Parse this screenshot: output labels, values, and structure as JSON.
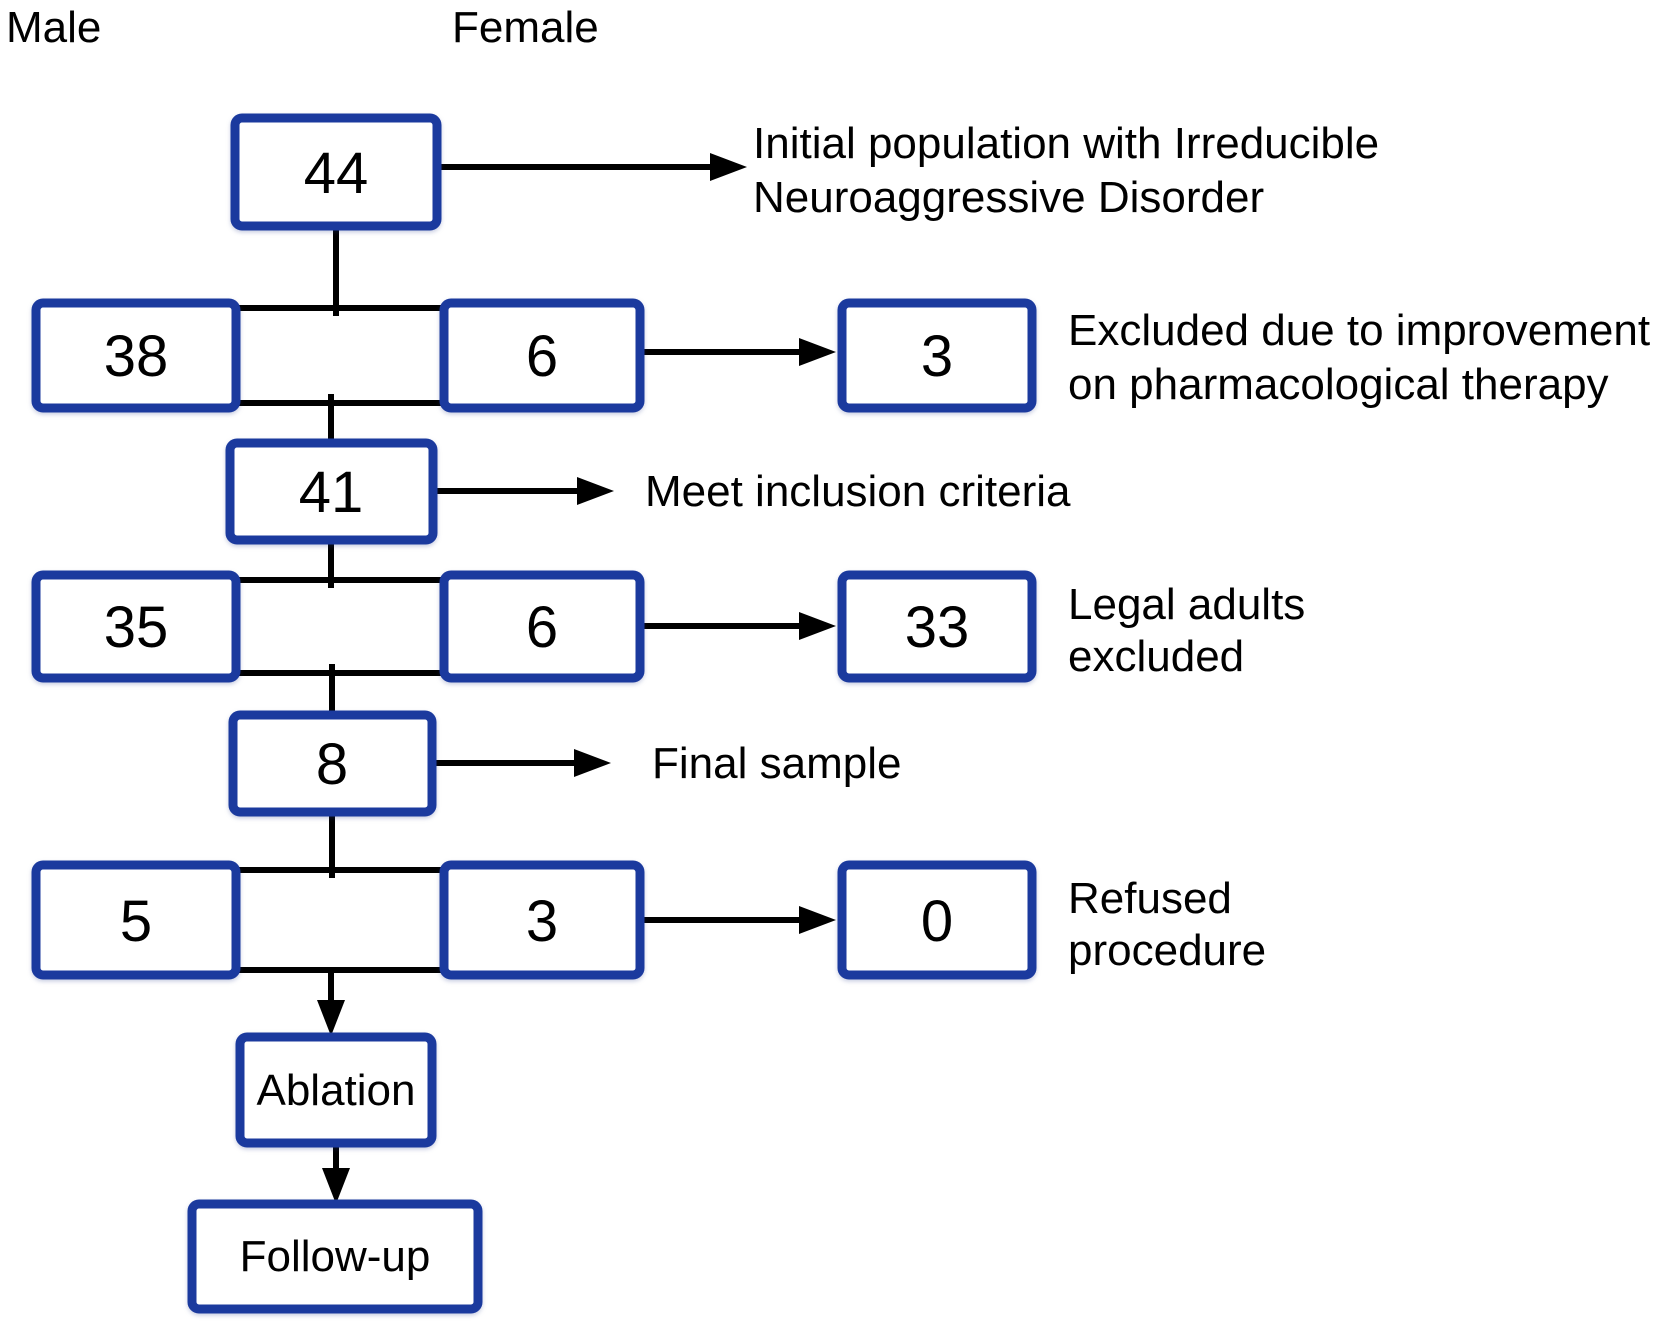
{
  "colors": {
    "box_border": "#1b3a9e",
    "line": "#000000",
    "text": "#000000",
    "background": "#ffffff"
  },
  "column_headers": {
    "male": "Male",
    "female": "Female"
  },
  "boxes": [
    {
      "id": "initial-total",
      "label": "44"
    },
    {
      "id": "male-after-improvement",
      "label": "38"
    },
    {
      "id": "female-after-improvement",
      "label": "6"
    },
    {
      "id": "excluded-improvement",
      "label": "3"
    },
    {
      "id": "meet-inclusion-total",
      "label": "41"
    },
    {
      "id": "male-legal-adults",
      "label": "35"
    },
    {
      "id": "female-legal-adults",
      "label": "6"
    },
    {
      "id": "legal-adults-excluded",
      "label": "33"
    },
    {
      "id": "final-sample-total",
      "label": "8"
    },
    {
      "id": "male-final",
      "label": "5"
    },
    {
      "id": "female-final",
      "label": "3"
    },
    {
      "id": "refused-count",
      "label": "0"
    },
    {
      "id": "ablation",
      "label": "Ablation"
    },
    {
      "id": "follow-up",
      "label": "Follow-up"
    }
  ],
  "annotations": [
    {
      "id": "initial-population",
      "line1": "Initial population with Irreducible",
      "line2": "Neuroaggressive Disorder"
    },
    {
      "id": "excluded-improvement",
      "line1": "Excluded due to improvement",
      "line2": "on pharmacological therapy"
    },
    {
      "id": "meet-inclusion",
      "line1": "Meet inclusion criteria"
    },
    {
      "id": "legal-adults",
      "line1": "Legal adults",
      "line2": "excluded"
    },
    {
      "id": "final-sample",
      "line1": "Final sample"
    },
    {
      "id": "refused-procedure",
      "line1": "Refused",
      "line2": "procedure"
    }
  ]
}
